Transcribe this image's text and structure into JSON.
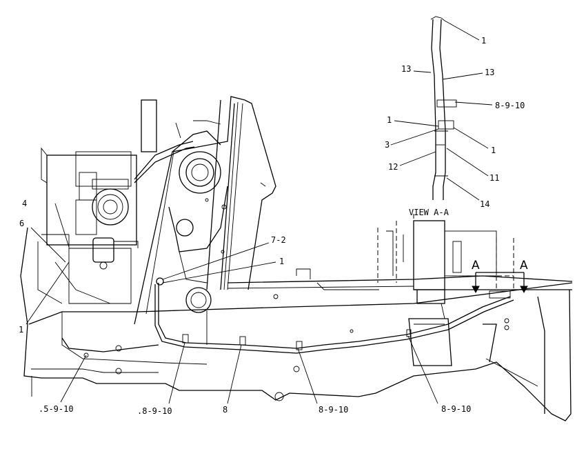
{
  "view_title": "VIEW A-A",
  "section_marks": [
    "A",
    "A"
  ],
  "callouts": {
    "main": [
      "4",
      "6",
      "1",
      "7-2",
      "1",
      ".5-9-10",
      ".8-9-10",
      "8",
      "8-9-10",
      "8-9-10"
    ],
    "detail": [
      "1",
      "13",
      "13",
      "8-9-10",
      "1",
      "3",
      "1",
      "12",
      "11",
      "14"
    ]
  }
}
